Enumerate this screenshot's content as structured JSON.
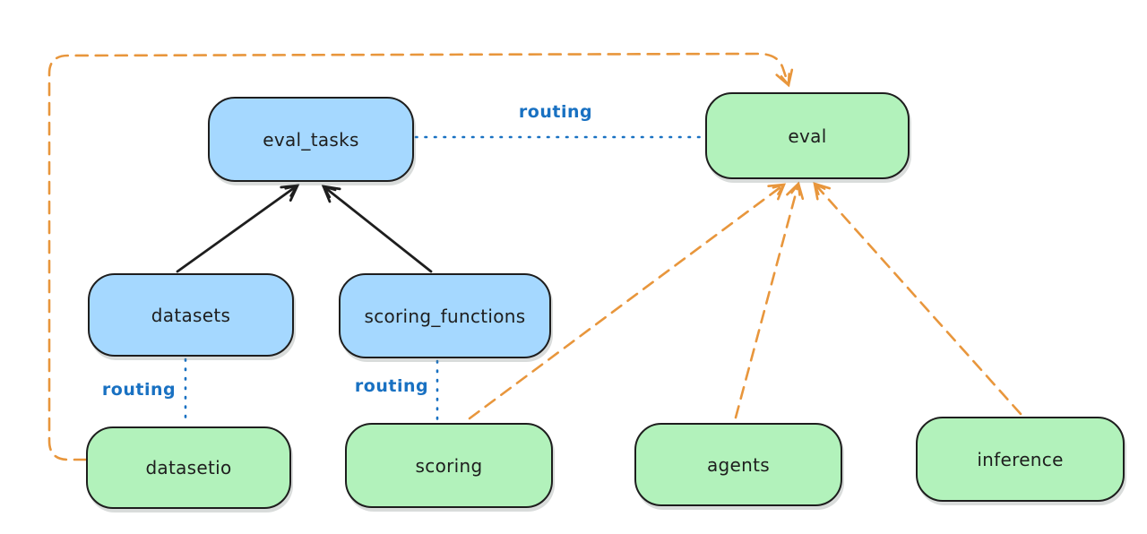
{
  "diagram": {
    "type": "architecture-graph",
    "background": "#ffffff",
    "nodes": {
      "eval_tasks": {
        "label": "eval_tasks",
        "fill": "#a5d8ff",
        "stroke": "#1e1e1e"
      },
      "eval": {
        "label": "eval",
        "fill": "#b2f2bb",
        "stroke": "#1e1e1e"
      },
      "datasets": {
        "label": "datasets",
        "fill": "#a5d8ff",
        "stroke": "#1e1e1e"
      },
      "scoring_functions": {
        "label": "scoring_functions",
        "fill": "#a5d8ff",
        "stroke": "#1e1e1e"
      },
      "datasetio": {
        "label": "datasetio",
        "fill": "#b2f2bb",
        "stroke": "#1e1e1e"
      },
      "scoring": {
        "label": "scoring",
        "fill": "#b2f2bb",
        "stroke": "#1e1e1e"
      },
      "agents": {
        "label": "agents",
        "fill": "#b2f2bb",
        "stroke": "#1e1e1e"
      },
      "inference": {
        "label": "inference",
        "fill": "#b2f2bb",
        "stroke": "#1e1e1e"
      }
    },
    "edges": [
      {
        "from": "datasets",
        "to": "eval_tasks",
        "style": "solid",
        "arrow": true,
        "color": "#1e1e1e",
        "label": ""
      },
      {
        "from": "scoring_functions",
        "to": "eval_tasks",
        "style": "solid",
        "arrow": true,
        "color": "#1e1e1e",
        "label": ""
      },
      {
        "from": "eval_tasks",
        "to": "eval",
        "style": "dotted",
        "arrow": false,
        "color": "#1971c2",
        "label": "routing"
      },
      {
        "from": "datasets",
        "to": "datasetio",
        "style": "dotted",
        "arrow": false,
        "color": "#1971c2",
        "label": "routing"
      },
      {
        "from": "scoring_functions",
        "to": "scoring",
        "style": "dotted",
        "arrow": false,
        "color": "#1971c2",
        "label": "routing"
      },
      {
        "from": "datasetio",
        "to": "eval",
        "style": "dashed",
        "arrow": true,
        "color": "#e8963c",
        "label": ""
      },
      {
        "from": "scoring",
        "to": "eval",
        "style": "dashed",
        "arrow": true,
        "color": "#e8963c",
        "label": ""
      },
      {
        "from": "agents",
        "to": "eval",
        "style": "dashed",
        "arrow": true,
        "color": "#e8963c",
        "label": ""
      },
      {
        "from": "inference",
        "to": "eval",
        "style": "dashed",
        "arrow": true,
        "color": "#e8963c",
        "label": ""
      }
    ],
    "colors": {
      "blue_fill": "#a5d8ff",
      "green_fill": "#b2f2bb",
      "node_stroke": "#1e1e1e",
      "routing_blue": "#1971c2",
      "orange_dashed": "#e8963c"
    }
  }
}
